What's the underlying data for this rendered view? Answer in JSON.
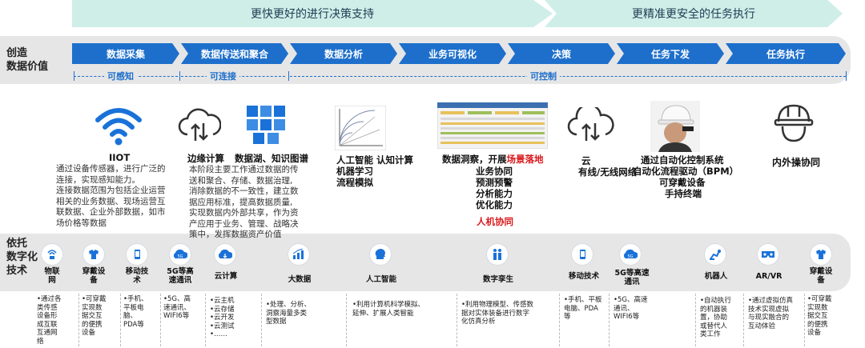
{
  "banners": {
    "left": "更快更好的进行决策支持",
    "right": "更精准更安全的任务执行"
  },
  "row_labels": {
    "top": [
      "创造",
      "数据价值"
    ],
    "bottom": [
      "依托",
      "数字化",
      "技术"
    ]
  },
  "process": [
    "数据采集",
    "数据传送和聚合",
    "数据分析",
    "业务可视化",
    "决策",
    "任务下发",
    "任务执行"
  ],
  "phases": [
    "可感知",
    "可连接",
    "可控制"
  ],
  "middle": {
    "iiot_title": "IIOT",
    "iiot_text": [
      "通过设备传感器，进行广泛的",
      "连接，实现感知能力。",
      "连接数据范围为包括企业运营",
      "相关的业务数据、现场运营互",
      "联数据、企业外部数据，如市",
      "场价格等数据"
    ],
    "edge_title": "边缘计算",
    "lake_title": "数据湖、知识图谱",
    "agg_text": [
      "本阶段主要工作通过数据的传",
      "送和聚合、存储、数据治理,",
      "消除数据的不一致性，建立数",
      "据应用标准，提高数据质量,",
      "实现数据内外部共享，作为资",
      "产应用于业务、管理、战略决",
      "策中，发挥数据资产价值"
    ],
    "ai_lines": [
      "人工智能  认知计算",
      "机器学习",
      "流程模拟"
    ],
    "insight_prefix": "数据洞察，开展",
    "insight_red": "场景落地",
    "insight_lines": [
      "业务协同",
      "预测预警",
      "分析能力",
      "优化能力"
    ],
    "hmc": "人机协同",
    "cloud_lines": [
      "云",
      "有线/无线网络"
    ],
    "auto_lines": [
      "通过自动化控制系统",
      "自动化流程驱动（BPM）",
      "可穿戴设备",
      "手持终端"
    ],
    "coop": "内外操协同"
  },
  "tech": [
    {
      "icon": "iot-icon",
      "label": "物联\n网",
      "text": "•通过各\n类传感\n设备形\n成互联\n互通网\n络"
    },
    {
      "icon": "wearable-icon",
      "label": "穿戴设\n备",
      "text": "•可穿戴\n实现数\n据交互\n的便携\n设备"
    },
    {
      "icon": "mobile-icon",
      "label": "移动技\n术",
      "text": "•手机、\n平板电\n脑、\nPDA等"
    },
    {
      "icon": "5g-icon",
      "label": "5G等高\n速通讯",
      "text": "•5G、高\n速通讯、\nWIFI6等"
    },
    {
      "icon": "cloud-computing-icon",
      "label": "云计算",
      "text": "•云主机\n•云存储\n•云开发\n•云测试\n•……"
    },
    {
      "icon": "big-data-icon",
      "label": "大数据",
      "text": "•处理、分析、\n洞察海量多类\n型数据"
    },
    {
      "icon": "ai-icon",
      "label": "人工智能",
      "text": "•利用计算机科学模拟、\n延伸、扩展人类智能"
    },
    {
      "icon": "digital-twin-icon",
      "label": "数字孪生",
      "text": "•利用物理模型、传感数\n据对实体装备进行数字\n化仿真分析"
    },
    {
      "icon": "mobile-tech-icon",
      "label": "移动技术",
      "text": "•手机、平板\n电脑、PDA\n等"
    },
    {
      "icon": "5g-comm-icon",
      "label": "5G等高速\n通讯",
      "text": "•5G、高速\n通讯、\nWIFI6等"
    },
    {
      "icon": "robot-icon",
      "label": "机器人",
      "text": "•自动执行\n的机器装\n置，协助\n或替代人\n类工作"
    },
    {
      "icon": "ar-vr-icon",
      "label": "AR/VR",
      "text": "•通过虚拟仿真\n技术实现虚拟\n与现实融合的\n互动体验"
    },
    {
      "icon": "wearable-device-icon",
      "label": "穿戴设\n备",
      "text": "•可穿戴\n实现数\n据交互\n的便携\n设备"
    }
  ],
  "colors": {
    "accent": "#1d6fcb",
    "banner": "#cfeee8",
    "band": "#e6e6e6",
    "highlight": "#d9181c"
  }
}
